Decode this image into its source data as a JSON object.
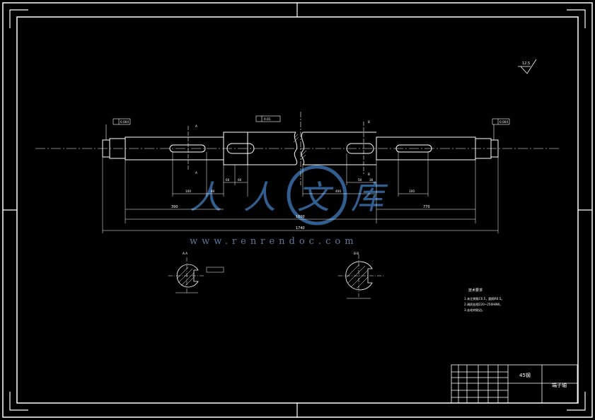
{
  "drawing": {
    "roughness_value": "12.5",
    "part_name": "端子轴",
    "material": "45钢",
    "dimensions": {
      "total_length": "1740",
      "inner_length": "1600",
      "left_span": "390",
      "right_span": "770",
      "left_key_length": "100",
      "left_step": "80",
      "mid_left_a": "60",
      "mid_left_b": "60",
      "right_step": "400",
      "right_small_a": "50",
      "right_small_b": "30",
      "right_key_length": "100"
    },
    "section_labels": {
      "a": "A-A",
      "b": "B-B",
      "cut_a": "A",
      "cut_b": "B"
    },
    "tolerance_frames": {
      "left": "0.004",
      "middle": "0.01",
      "right": "0.004"
    },
    "notes": {
      "heading": "技术要求",
      "lines": [
        "1.未注倒角C0.5，圆角R0.5。",
        "2.调质处理220~250HBW。",
        "3.去毛刺锐边。"
      ]
    }
  },
  "watermark": {
    "cn": "人人文库",
    "url": "www.renrendoc.com"
  }
}
